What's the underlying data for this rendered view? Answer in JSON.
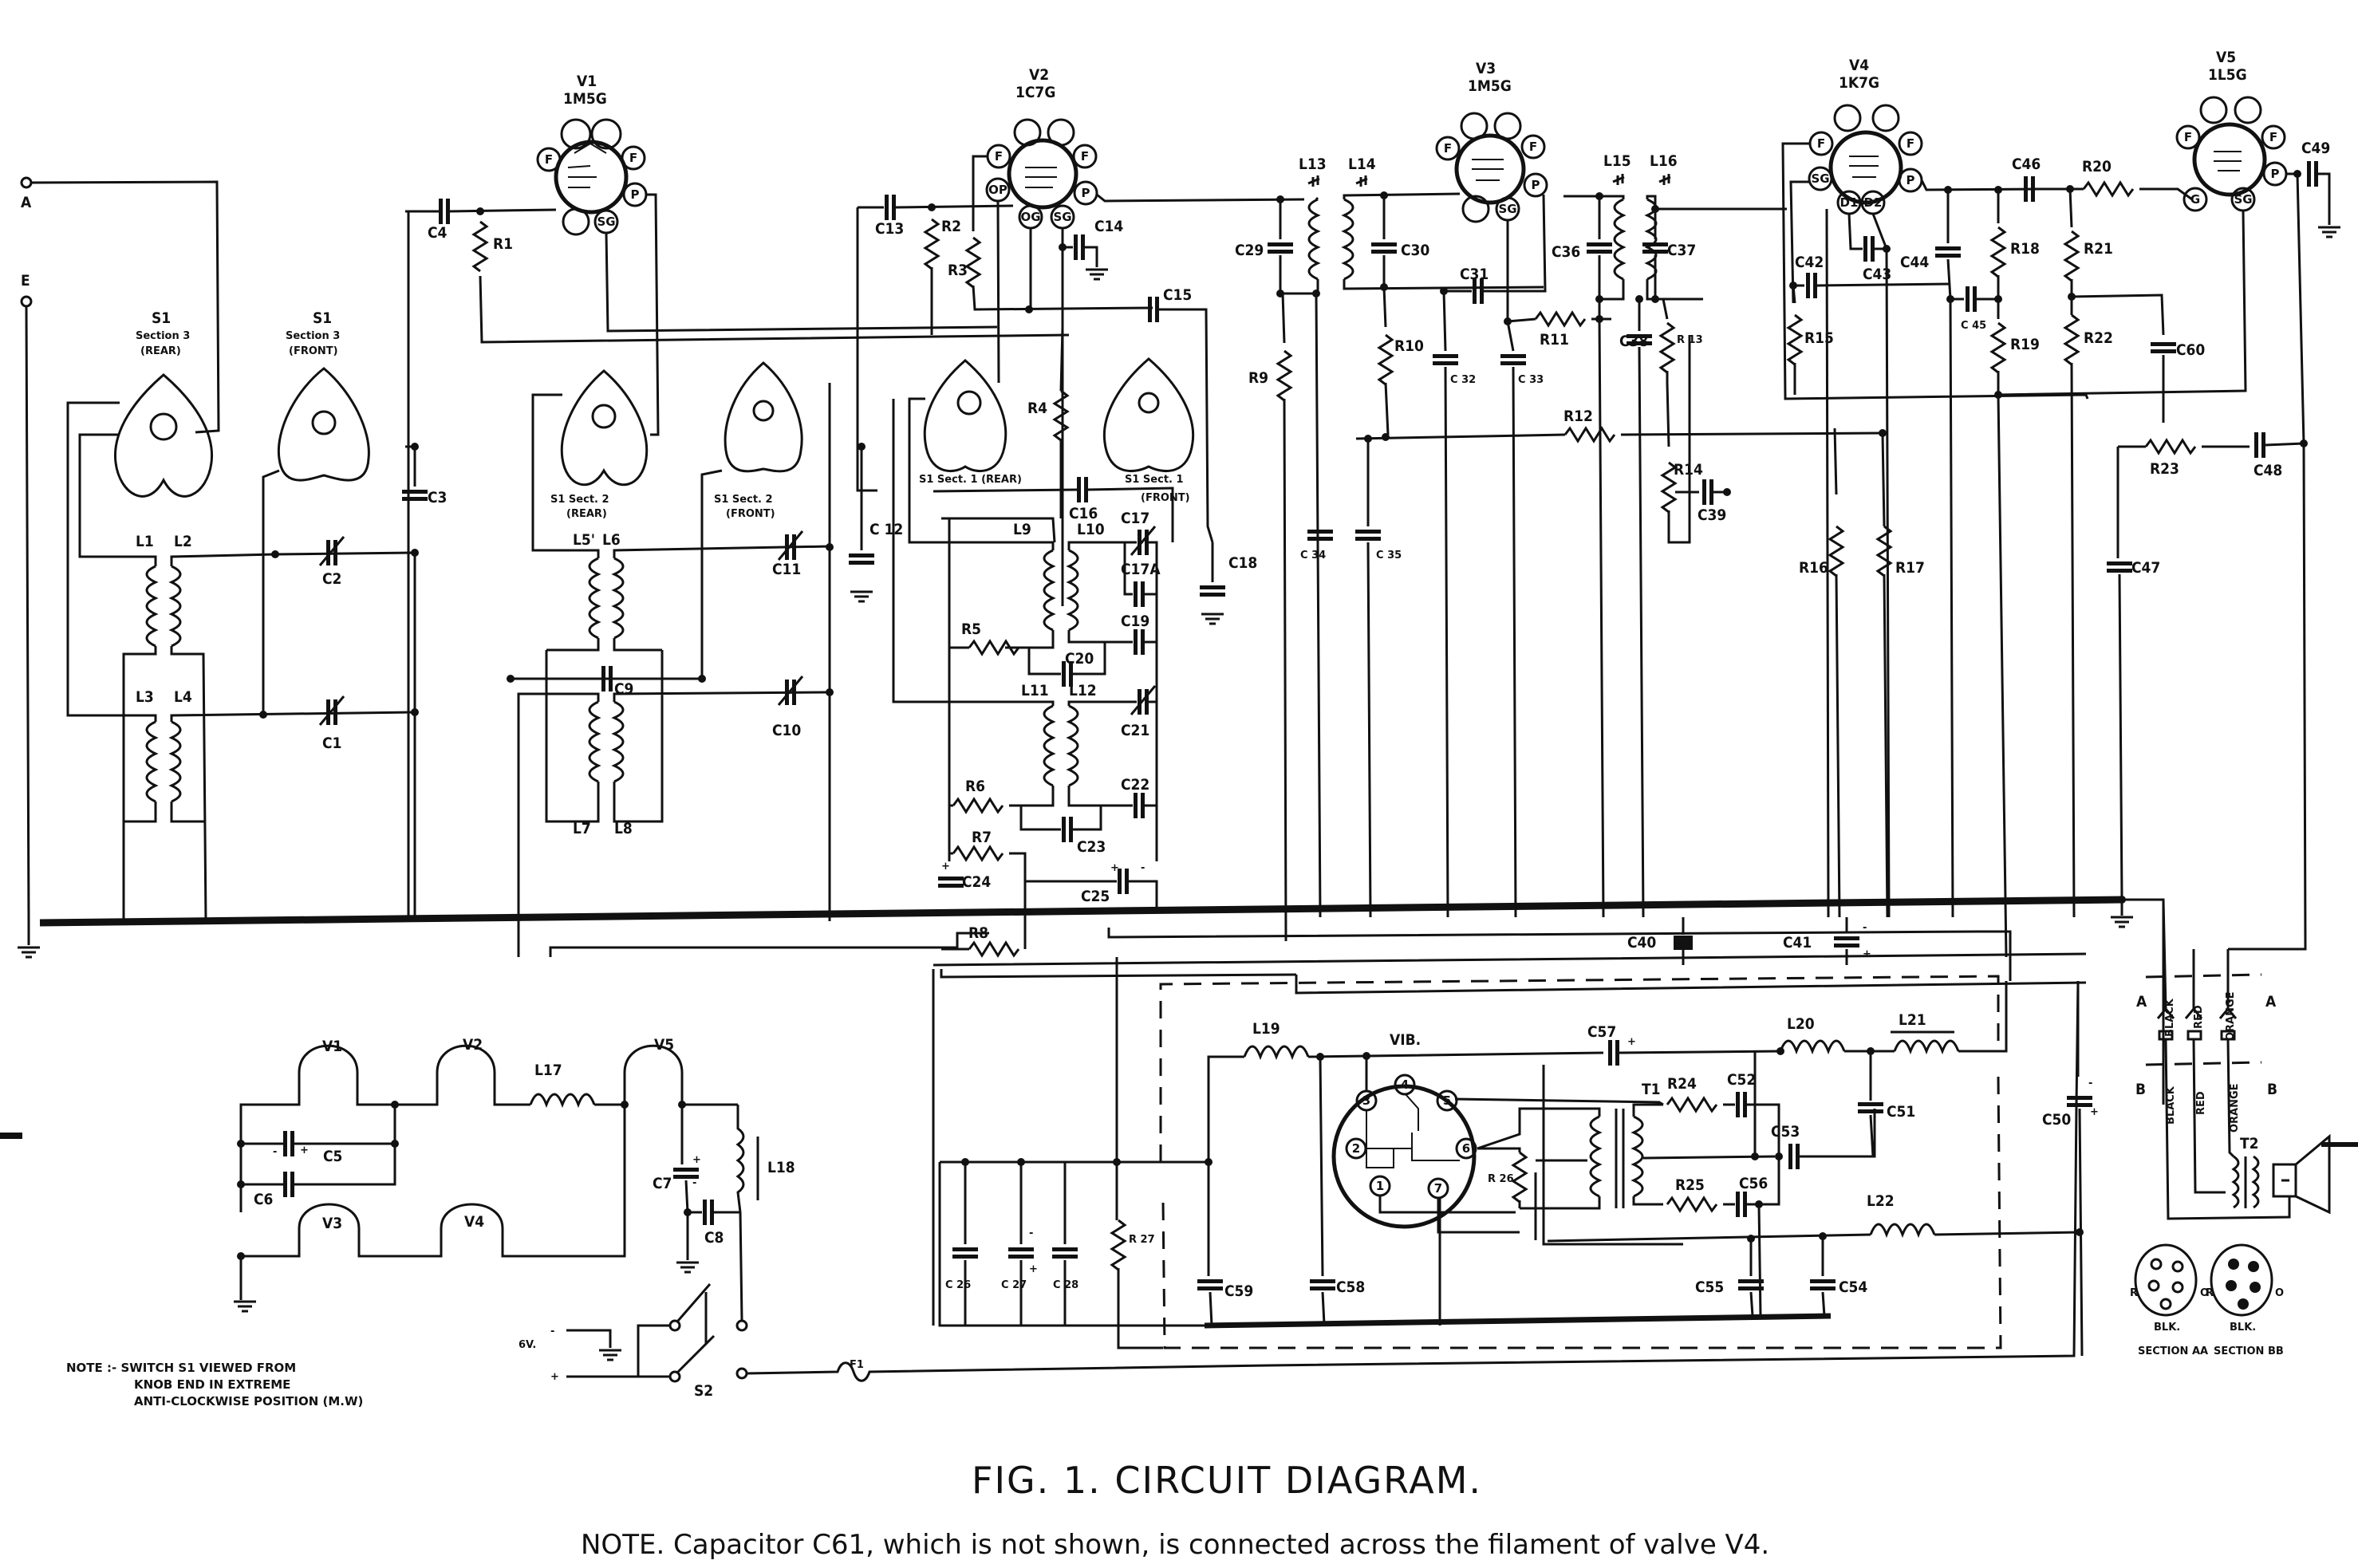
{
  "figure": {
    "title": "FIG. 1.   CIRCUIT DIAGRAM.",
    "note": "NOTE.  Capacitor C61, which is not shown, is connected across the filament of valve V4.",
    "switch_note": [
      "NOTE :-  SWITCH  S1 VIEWED FROM",
      "KNOB END IN EXTREME",
      "ANTI-CLOCKWISE POSITION (M.W)"
    ]
  },
  "terminals": {
    "aerial": "A",
    "earth": "E"
  },
  "valves": [
    {
      "ref": "V1",
      "type": "1M5G",
      "pins": [
        "F",
        "F",
        "P",
        "SG"
      ]
    },
    {
      "ref": "V2",
      "type": "1C7G",
      "pins": [
        "F",
        "F",
        "OP",
        "P",
        "OG",
        "SG"
      ]
    },
    {
      "ref": "V3",
      "type": "1M5G",
      "pins": [
        "F",
        "F",
        "P",
        "SG"
      ]
    },
    {
      "ref": "V4",
      "type": "1K7G",
      "pins": [
        "F",
        "F",
        "SG",
        "P",
        "D1",
        "D2"
      ]
    },
    {
      "ref": "V5",
      "type": "1L5G",
      "pins": [
        "F",
        "F",
        "P",
        "G",
        "SG"
      ]
    }
  ],
  "switch_sections": [
    {
      "title": "S1",
      "sub": "Section 3",
      "side": "(REAR)"
    },
    {
      "title": "S1",
      "sub": "Section 3",
      "side": "(FRONT)"
    },
    {
      "title": "S1 Sect. 2",
      "side": "(REAR)"
    },
    {
      "title": "S1 Sect. 2",
      "side": "(FRONT)"
    },
    {
      "title": "S1 Sect. 1 (REAR)"
    },
    {
      "title": "S1 Sect. 1",
      "side": "(FRONT)"
    }
  ],
  "labels": {
    "C1": "C1",
    "C2": "C2",
    "C3": "C3",
    "C4": "C4",
    "C5": "C5",
    "C6": "C6",
    "C7": "C7",
    "C8": "C8",
    "C9": "C9",
    "C10": "C10",
    "C11": "C11",
    "C12": "C 12",
    "C13": "C13",
    "C14": "C14",
    "C15": "C15",
    "C16": "C16",
    "C17": "C17",
    "C17A": "C17A",
    "C18": "C18",
    "C19": "C19",
    "C20": "C20",
    "C21": "C21",
    "C22": "C22",
    "C23": "C23",
    "C24": "C24",
    "C25": "C25",
    "C26": "C 26",
    "C27": "C 27",
    "C28": "C 28",
    "C29": "C29",
    "C30": "C30",
    "C31": "C31",
    "C32": "C 32",
    "C33": "C 33",
    "C34": "C 34",
    "C35": "C 35",
    "C36": "C36",
    "C37": "C37",
    "C38": "C38",
    "C39": "C39",
    "C40": "C40",
    "C41": "C41",
    "C42": "C42",
    "C43": "C43",
    "C44": "C44",
    "C45": "C 45",
    "C46": "C46",
    "C47": "C47",
    "C48": "C48",
    "C49": "C49",
    "C50": "C50",
    "C51": "C51",
    "C52": "C52",
    "C53": "C53",
    "C54": "C54",
    "C55": "C55",
    "C56": "C56",
    "C57": "C57",
    "C58": "C58",
    "C59": "C59",
    "C60": "C60",
    "R1": "R1",
    "R2": "R2",
    "R3": "R3",
    "R4": "R4",
    "R5": "R5",
    "R6": "R6",
    "R7": "R7",
    "R8": "R8",
    "R9": "R9",
    "R10": "R10",
    "R11": "R11",
    "R12": "R12",
    "R13": "R 13",
    "R14": "R14",
    "R15": "R15",
    "R16": "R16",
    "R17": "R17",
    "R18": "R18",
    "R19": "R19",
    "R20": "R20",
    "R21": "R21",
    "R22": "R22",
    "R23": "R23",
    "R24": "R24",
    "R25": "R25",
    "R26": "R 26",
    "R27": "R 27",
    "L1": "L1",
    "L2": "L2",
    "L3": "L3",
    "L4": "L4",
    "L5": "L5'",
    "L6": "L6",
    "L7": "L7",
    "L8": "L8",
    "L9": "L9",
    "L10": "L10",
    "L11": "L11",
    "L12": "L12",
    "L13": "L13",
    "L14": "L14",
    "L15": "L15",
    "L16": "L16",
    "L17": "L17",
    "L18": "L18",
    "L19": "L19",
    "L20": "L20",
    "L21": "L21",
    "L22": "L22",
    "T1": "T1",
    "T2": "T2",
    "VIB": "VIB.",
    "S2": "S2",
    "F1": "F1",
    "supply": "6V."
  },
  "heater_chain": {
    "top": [
      "V1",
      "V2",
      "V5"
    ],
    "bottom": [
      "V3",
      "V4"
    ]
  },
  "vibrator_pins": [
    "1",
    "2",
    "3",
    "4",
    "5",
    "6",
    "7"
  ],
  "speaker_plug": {
    "wires": [
      "BLACK",
      "RED",
      "ORANGE"
    ],
    "section_a": "A",
    "section_b": "B",
    "socket_aa": {
      "caption": "SECTION AA",
      "left": "R",
      "right": "O",
      "bottom": "BLK."
    },
    "socket_bb": {
      "caption": "SECTION BB",
      "left": "R",
      "right": "O",
      "bottom": "BLK."
    }
  },
  "polarity": {
    "plus": "+",
    "minus": "-"
  }
}
